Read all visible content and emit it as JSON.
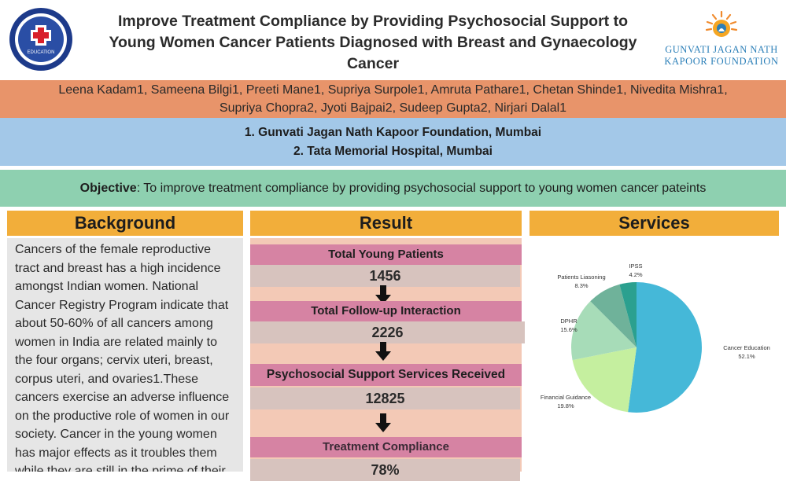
{
  "header": {
    "title_line1": "Improve Treatment Compliance by Providing Psychosocial Support to",
    "title_line2": "Young Women Cancer Patients Diagnosed with Breast and Gynaecology",
    "title_line3": "Cancer",
    "right_logo_line1": "GUNVATI JAGAN NATH",
    "right_logo_line2": "KAPOOR FOUNDATION",
    "left_logo_center": "EDUCATION"
  },
  "authors": {
    "line1": "Leena Kadam1, Sameena Bilgi1, Preeti Mane1, Supriya Surpole1, Amruta Pathare1, Chetan Shinde1, Nivedita Mishra1,",
    "line2": "Supriya Chopra2, Jyoti Bajpai2, Sudeep Gupta2, Nirjari Dalal1"
  },
  "affiliations": {
    "line1": "1. Gunvati Jagan Nath Kapoor Foundation, Mumbai",
    "line2": "2. Tata Memorial Hospital, Mumbai"
  },
  "objective": {
    "label": "Objective",
    "text": ": To improve treatment compliance by providing psychosocial support to young women cancer pateints"
  },
  "sections": {
    "background": "Background",
    "result": "Result",
    "services": "Services"
  },
  "background_text": "Cancers of the female reproductive tract and breast has a high incidence amongst Indian women. National Cancer Registry Program indicate that about 50-60% of all cancers among women in India are related mainly to the four organs; cervix uteri, breast, corpus uteri, and ovaries1.These cancers exercise an adverse influence on the productive role of women in our society. Cancer in the young women has major effects as it troubles them while they are still in the prime of their",
  "result": [
    {
      "label": "Total Young Patients",
      "value": "1456"
    },
    {
      "label": "Total Follow-up Interaction",
      "value": "2226"
    },
    {
      "label": "Psychosocial Support Services Received",
      "value": "12825"
    },
    {
      "label": "Treatment Compliance",
      "value": "78%"
    }
  ],
  "colors": {
    "cancer_education": "#45b8d8",
    "financial_guidance": "#c5ef9f",
    "dphr": "#a7dcb8",
    "patients_liasoning": "#6fb29a",
    "ipss": "#2ba08f"
  },
  "chart_data": {
    "type": "pie",
    "categories": [
      "Cancer Education",
      "Financial Guidance",
      "DPHR",
      "Patients Liasoning",
      "IPSS"
    ],
    "values": [
      52.1,
      19.8,
      15.6,
      8.3,
      4.2
    ],
    "labels": [
      "52.1%",
      "19.8%",
      "15.6%",
      "8.3%",
      "4.2%"
    ],
    "title": ""
  }
}
